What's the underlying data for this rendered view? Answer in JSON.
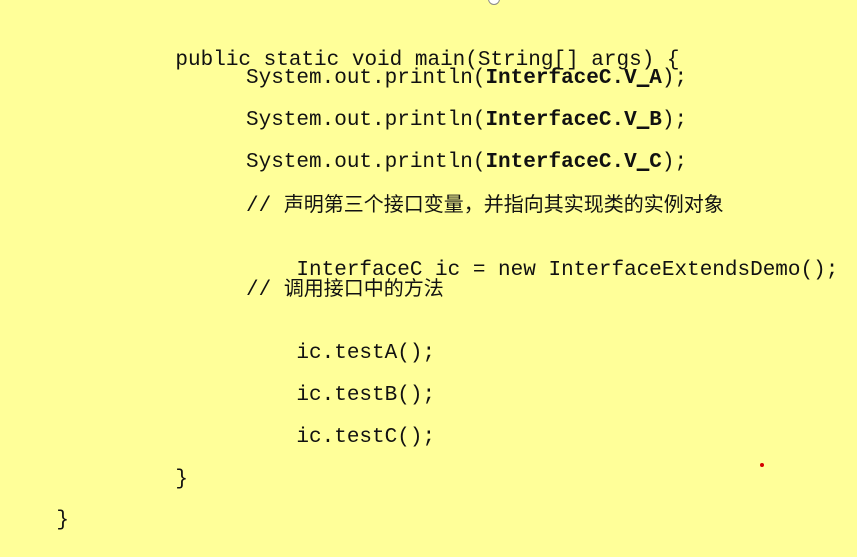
{
  "code": {
    "method_signature": "public static void main(String[] args) {",
    "print_prefix": "System.out.println(",
    "iface_prefix": "InterfaceC.",
    "v_a_v": "V",
    "v_a_us": "_",
    "v_a_letter": "A",
    "v_b_v": "V",
    "v_b_us": "_",
    "v_b_letter": "B",
    "v_c_v": "V",
    "v_c_us": "_",
    "v_c_letter": "C",
    "print_suffix": ");",
    "comment_1_slashes": "// ",
    "comment_1_text": "声明第三个接口变量，并指向其实现类的实例对象",
    "declaration": "InterfaceC ic = new InterfaceExtendsDemo();",
    "comment_2_slashes": "// ",
    "comment_2_text": "调用接口中的方法",
    "call_a": "ic.testA();",
    "call_b": "ic.testB();",
    "call_c": "ic.testC();",
    "inner_close": "}",
    "outer_close": "}"
  }
}
